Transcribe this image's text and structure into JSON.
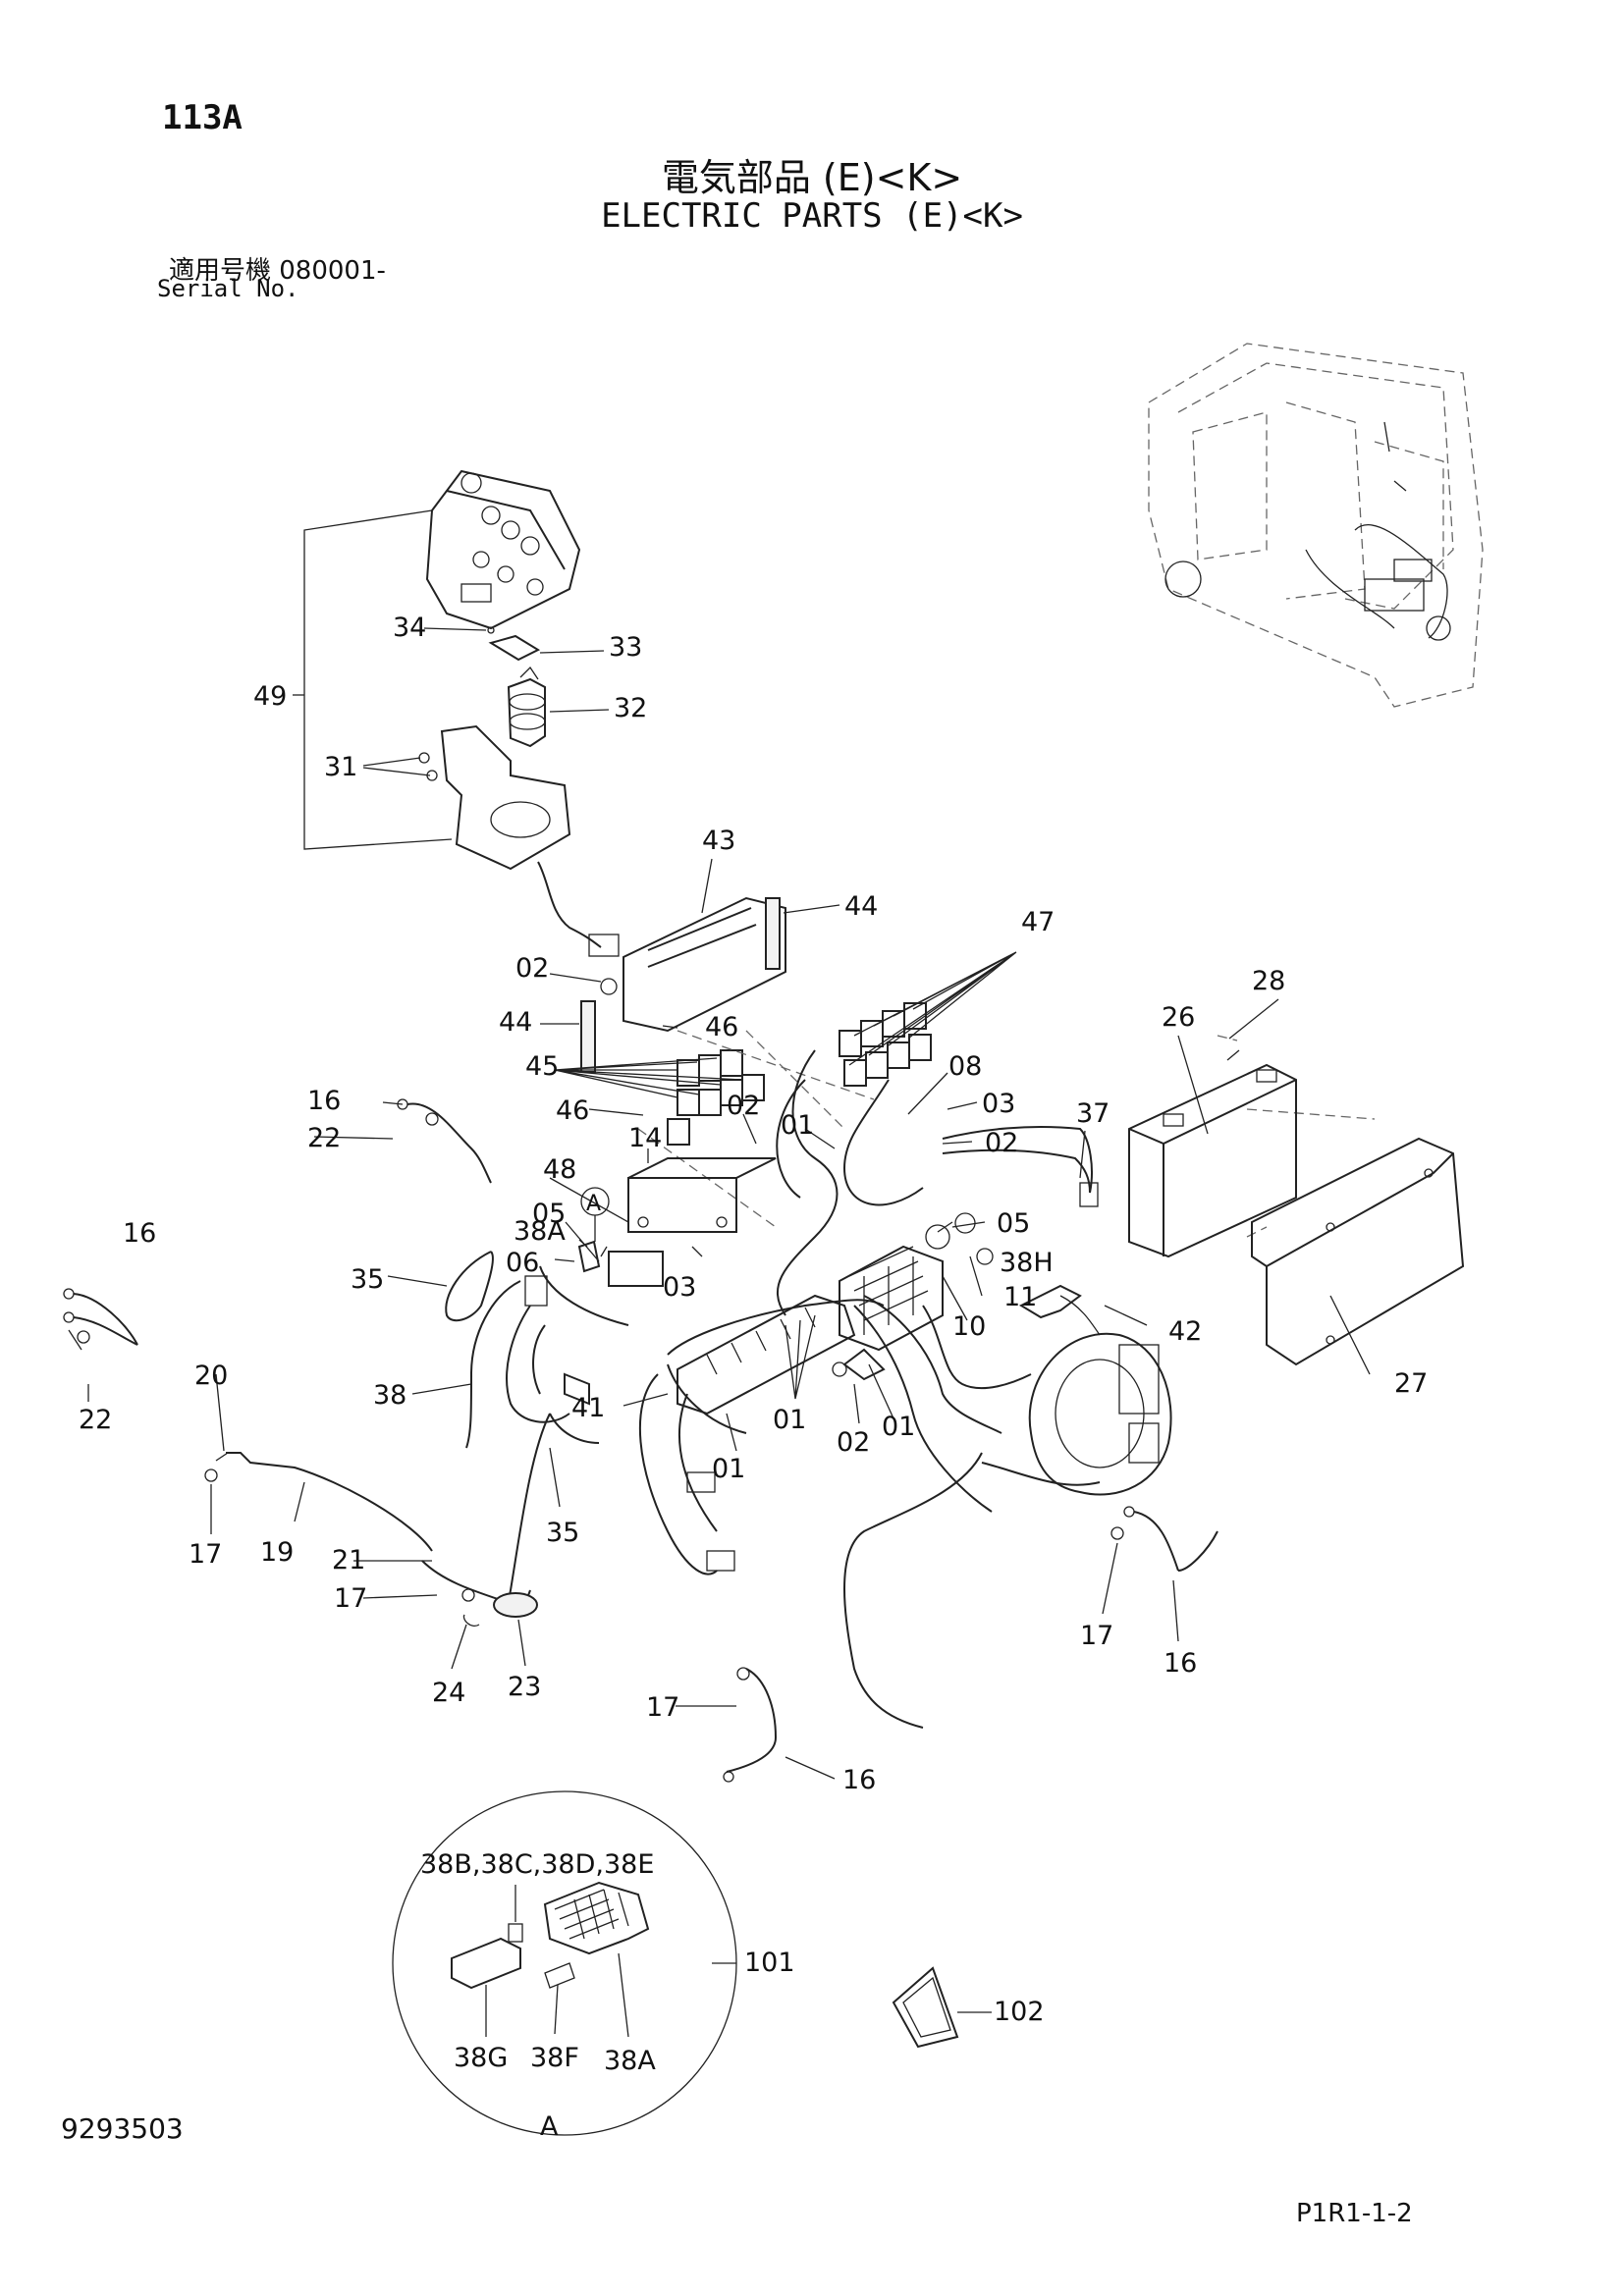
{
  "header": {
    "page_code": "113A",
    "title_jp": "電気部品 (E)<K>",
    "title_en": "ELECTRIC PARTS (E)<K>",
    "serial_jp": "適用号機  080001-",
    "serial_en": "Serial No."
  },
  "callouts": [
    "34",
    "33",
    "32",
    "31",
    "49",
    "43",
    "44",
    "47",
    "02",
    "44",
    "46",
    "45",
    "46",
    "28",
    "26",
    "08",
    "01",
    "03",
    "02",
    "37",
    "16",
    "22",
    "14",
    "48",
    "05",
    "02",
    "05",
    "38H",
    "11",
    "38A",
    "06",
    "A",
    "03",
    "35",
    "16",
    "22",
    "10",
    "42",
    "38",
    "27",
    "41",
    "01",
    "02",
    "01",
    "01",
    "20",
    "35",
    "17",
    "19",
    "21",
    "17",
    "24",
    "23",
    "17",
    "16",
    "17",
    "16"
  ],
  "detail": {
    "parts_label": "38B,38C,38D,38E",
    "callout_101": "101",
    "callout_38G": "38G",
    "callout_38F": "38F",
    "callout_38A": "38A",
    "view_label": "A",
    "callout_102": "102"
  },
  "footer": {
    "doc_number": "9293503",
    "page_ref": "P1R1-1-2"
  }
}
